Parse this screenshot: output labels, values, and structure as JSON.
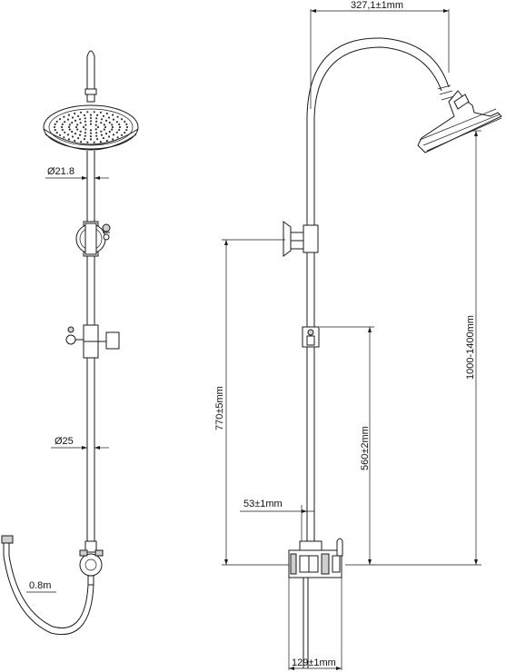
{
  "dimensions": {
    "head_arm_reach": "327,1±1mm",
    "height_range": "1000-1400mm",
    "overall_height": "770±5mm",
    "valve_to_slider": "560±2mm",
    "valve_offset": "53±1mm",
    "valve_centres": "129±1mm",
    "head_pipe_diameter": "Ø21.8",
    "riser_diameter": "Ø25",
    "hose_length": "0.8m"
  }
}
